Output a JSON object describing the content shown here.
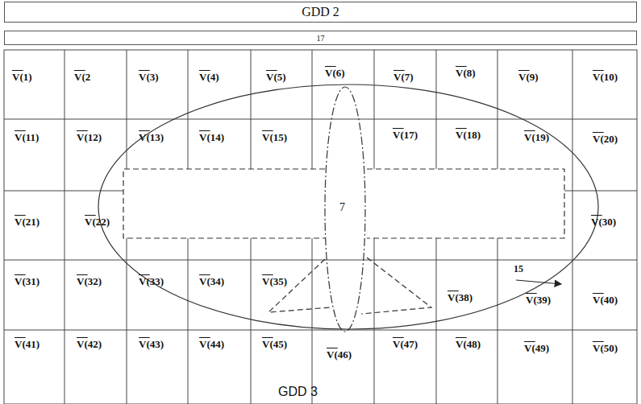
{
  "diagram": {
    "nodes": [
      {
        "text": [
          "GDD 2"
        ]
      },
      {
        "text": [
          "17"
        ]
      },
      {
        "text": [
          "V(1)"
        ]
      },
      {
        "text": [
          "V(2"
        ]
      },
      {
        "text": [
          "V(3)"
        ]
      },
      {
        "text": [
          "V(4)"
        ]
      },
      {
        "text": [
          "V(5)"
        ]
      },
      {
        "text": [
          "V(6)"
        ]
      },
      {
        "text": [
          "V(7)"
        ]
      },
      {
        "text": [
          "V(8)"
        ]
      },
      {
        "text": [
          "V(9)"
        ]
      },
      {
        "text": [
          "V(10)"
        ]
      },
      {
        "text": [
          "V(11)"
        ]
      },
      {
        "text": [
          "V(12)"
        ]
      },
      {
        "text": [
          "V(13)"
        ]
      },
      {
        "text": [
          "V(14)"
        ]
      },
      {
        "text": [
          "V(15)"
        ]
      },
      {
        "text": [
          "V(17)"
        ]
      },
      {
        "text": [
          "V(18)"
        ]
      },
      {
        "text": [
          "V(19)"
        ]
      },
      {
        "text": [
          "V(20)"
        ]
      },
      {
        "text": [
          "V(21)"
        ]
      },
      {
        "text": [
          "V(22)"
        ]
      },
      {
        "text": [
          "V(30)"
        ]
      },
      {
        "text": [
          "V(31)"
        ]
      },
      {
        "text": [
          "V(32)"
        ]
      },
      {
        "text": [
          "V(33)"
        ]
      },
      {
        "text": [
          "V(34)"
        ]
      },
      {
        "text": [
          "V(35)"
        ]
      },
      {
        "text": [
          "V(38)"
        ]
      },
      {
        "text": [
          "V(39)"
        ]
      },
      {
        "text": [
          "V(40)"
        ]
      },
      {
        "text": [
          "V(41)"
        ]
      },
      {
        "text": [
          "V(42)"
        ]
      },
      {
        "text": [
          "V(43)"
        ]
      },
      {
        "text": [
          "V(44)"
        ]
      },
      {
        "text": [
          "V(45)"
        ]
      },
      {
        "text": [
          "V(46)"
        ]
      },
      {
        "text": [
          "V(47)"
        ]
      },
      {
        "text": [
          "V(48)"
        ]
      },
      {
        "text": [
          "V(49)"
        ]
      },
      {
        "text": [
          "V(50)"
        ]
      }
    ],
    "labels": [
      "7",
      "15",
      "GDD 3"
    ]
  }
}
